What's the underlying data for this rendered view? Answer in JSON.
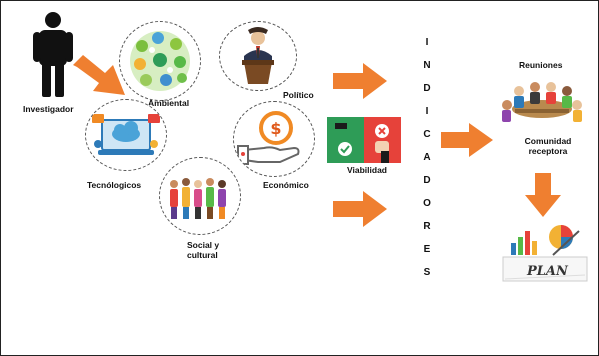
{
  "labels": {
    "investigador": "Investigador",
    "ambiental": "Ambiental",
    "politico": "Político",
    "tecnologicos": "Tecnólogicos",
    "economico": "Económico",
    "social": "Social y cultural",
    "viabilidad": "Viabilidad",
    "reuniones": "Reuniones",
    "comunidad": "Comunidad receptora",
    "plan_word": "PLAN"
  },
  "indicadores_letters": [
    "I",
    "N",
    "D",
    "I",
    "C",
    "A",
    "D",
    "O",
    "R",
    "E",
    "S"
  ],
  "colors": {
    "arrow": "#ef7f30",
    "person": "#111111",
    "viabilidad_green": "#2e9c57",
    "viabilidad_red": "#e6423a",
    "economic_orange": "#f08a24"
  },
  "icons": {
    "investigador": "person-silhouette-icon",
    "ambiental": "environment-icons-icon",
    "politico": "politician-podium-icon",
    "tecnologicos": "cloud-computer-icon",
    "economico": "hand-money-icon",
    "social": "diverse-people-icon",
    "viabilidad": "approve-reject-icon",
    "reuniones": "meeting-table-icon",
    "plan": "plan-drawing-icon"
  }
}
